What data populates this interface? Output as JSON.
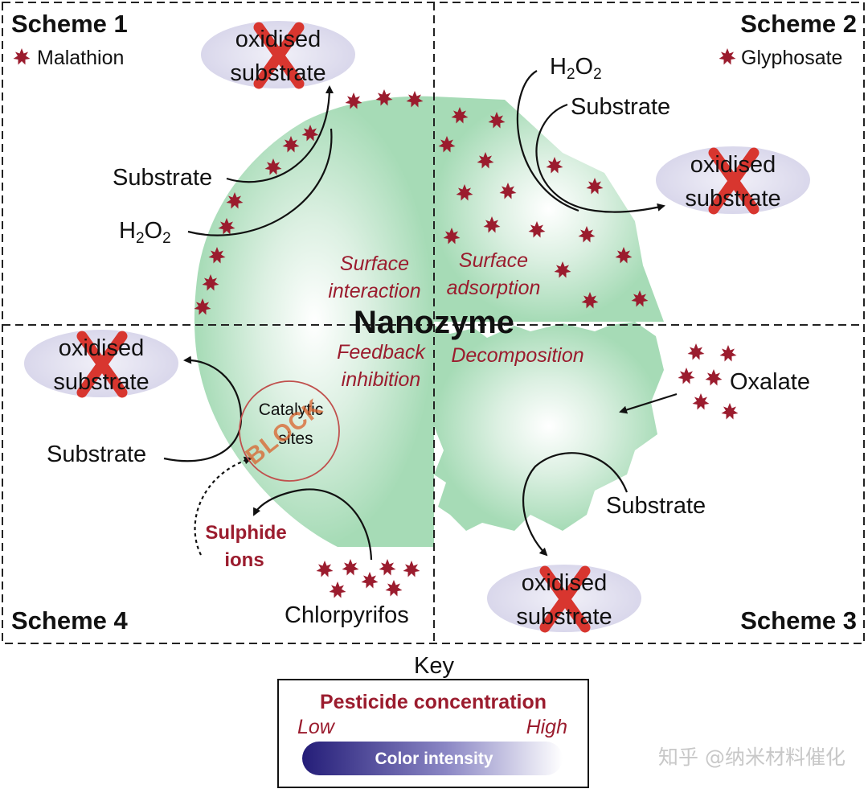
{
  "schemes": {
    "s1": {
      "title": "Scheme 1",
      "pesticide": "Malathion",
      "substrate": "Substrate",
      "oxidant": "H",
      "oxidant_sub": "2",
      "oxidant_o": "O",
      "oxidant_sub2": "2",
      "product_line1": "oxidised",
      "product_line2": "substrate",
      "mechanism_line1": "Surface",
      "mechanism_line2": "interaction"
    },
    "s2": {
      "title": "Scheme 2",
      "pesticide": "Glyphosate",
      "substrate": "Substrate",
      "oxidant": "H",
      "oxidant_sub": "2",
      "oxidant_o": "O",
      "oxidant_sub2": "2",
      "product_line1": "oxidised",
      "product_line2": "substrate",
      "mechanism_line1": "Surface",
      "mechanism_line2": "adsorption"
    },
    "s3": {
      "title": "Scheme 3",
      "pesticide": "Oxalate",
      "substrate": "Substrate",
      "product_line1": "oxidised",
      "product_line2": "substrate",
      "mechanism_line1": "Decomposition"
    },
    "s4": {
      "title": "Scheme 4",
      "pesticide": "Chlorpyrifos",
      "substrate": "Substrate",
      "product_line1": "oxidised",
      "product_line2": "substrate",
      "mechanism_line1": "Feedback",
      "mechanism_line2": "inhibition",
      "ions_line1": "Sulphide",
      "ions_line2": "ions",
      "site_line1": "Catalytic",
      "site_line2": "sites",
      "block": "BLOCK"
    }
  },
  "center_label": "Nanozyme",
  "key": {
    "heading": "Key",
    "title": "Pesticide concentration",
    "low": "Low",
    "high": "High",
    "bar_label": "Color intensity"
  },
  "watermark": "知乎 @纳米材料催化",
  "colors": {
    "pesticide": "#9b1c2e",
    "nanozyme": "#a8dcb8",
    "product_bg": "#e4e2f0",
    "cross": "#d9362f",
    "gradient_low": "#2b237a",
    "gradient_high": "#ffffff",
    "mechanism_text": "#9b1c2e"
  }
}
